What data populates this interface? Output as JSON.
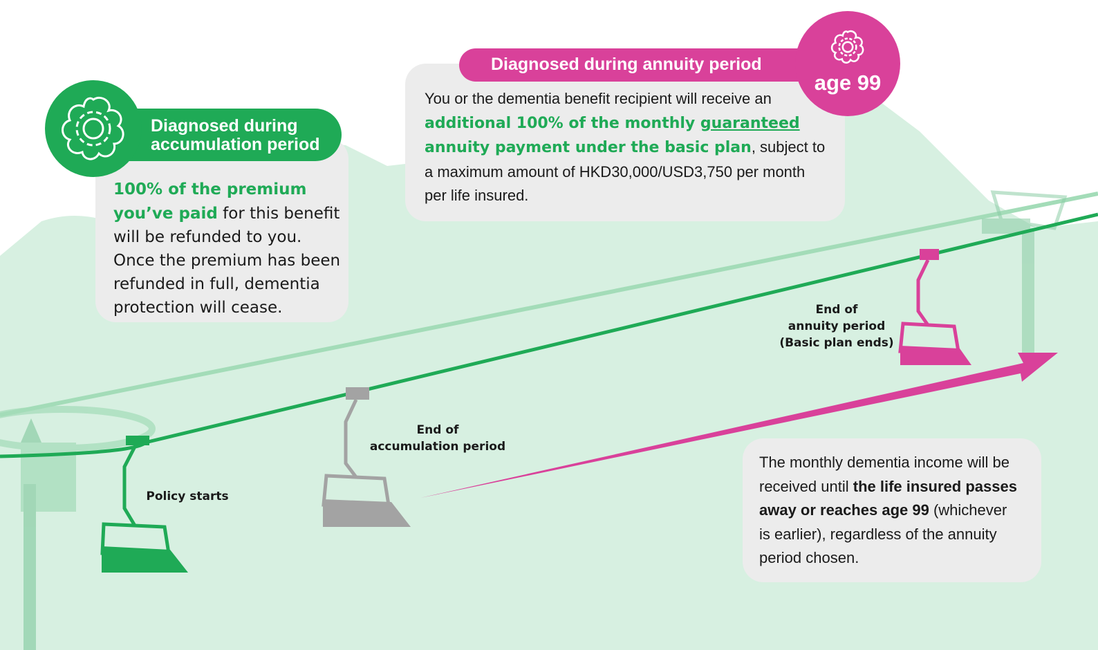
{
  "colors": {
    "green": "#1faa56",
    "pink": "#d9419a",
    "grey": "#a3a3a3",
    "mountain": "#d7f0e1",
    "box": "#ececec"
  },
  "accumulation_box": {
    "heading_line1": "Diagnosed during",
    "heading_line2": "accumulation period",
    "icon": "flower-gear-icon",
    "highlight_line1": "100% of the premium",
    "highlight_line2": "you’ve paid",
    "rest_line1": " for this benefit",
    "line3": "will be refunded to you.",
    "line4": "Once the premium has been",
    "line5": "refunded in full, dementia",
    "line6": "protection will cease."
  },
  "annuity_box": {
    "heading": "Diagnosed during annuity period",
    "badge": "age 99",
    "icon": "flower-gear-icon",
    "line1": "You or the dementia benefit recipient will receive an",
    "highlight_line2_a": "additional 100% of the monthly ",
    "highlight_line2_b": "guaranteed",
    "highlight_line3": "annuity payment under the basic plan",
    "line3_rest": ", subject to",
    "line4": "a maximum amount of HKD30,000/USD3,750 per month",
    "line5": "per life insured."
  },
  "income_box": {
    "line1": "The monthly dementia income will be",
    "line2_a": "received until ",
    "line2_b": "the life insured passes",
    "line3_a": "away or reaches age 99",
    "line3_b": " (whichever",
    "line4": "is earlier), regardless of the annuity",
    "line5": "period chosen."
  },
  "stages": {
    "policy_starts": "Policy starts",
    "end_accumulation_line1": "End of",
    "end_accumulation_line2": "accumulation period",
    "end_annuity_line1": "End of",
    "end_annuity_line2": "annuity period",
    "end_annuity_line3": "(Basic plan ends)"
  }
}
